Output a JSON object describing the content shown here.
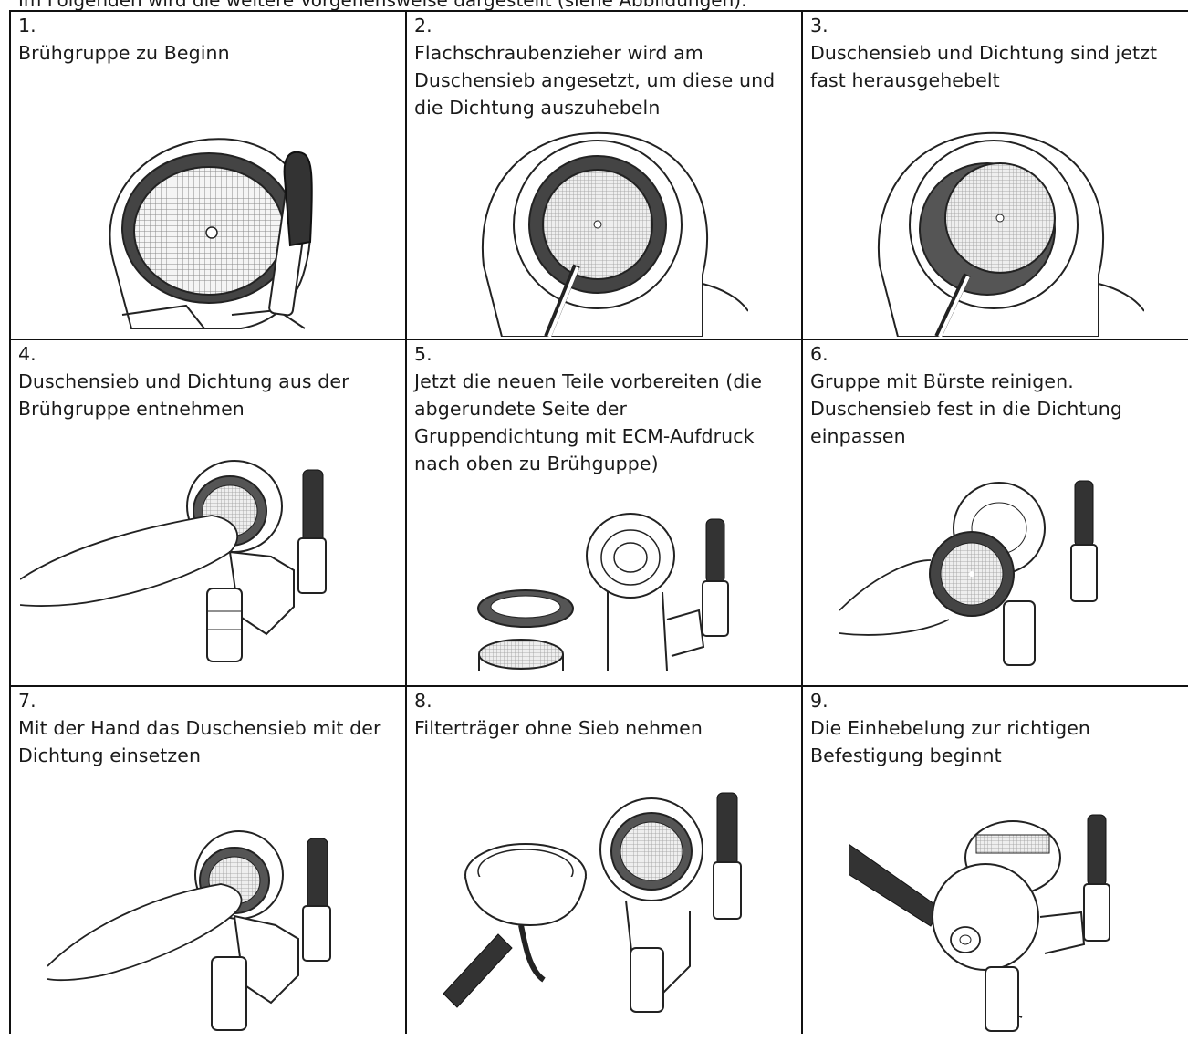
{
  "intro": "Im Folgenden wird die weitere Vorgehensweise dargestellt (siehe Abbildungen):",
  "steps": [
    {
      "number": "1.",
      "text": "Brühgruppe zu Beginn"
    },
    {
      "number": "2.",
      "text": "Flachschraubenzieher wird am Duschensieb angesetzt, um diese und die Dichtung auszuhebeln"
    },
    {
      "number": "3.",
      "text": "Duschensieb und Dichtung sind jetzt fast herausgehebelt"
    },
    {
      "number": "4.",
      "text": "Duschensieb und Dichtung aus der Brühgruppe entnehmen"
    },
    {
      "number": "5.",
      "text": "Jetzt die neuen Teile vorbereiten (die abgerundete Seite der Gruppendichtung mit ECM-Aufdruck nach oben zu Brühguppe)"
    },
    {
      "number": "6.",
      "text": "Gruppe mit Bürste reinigen. Duschensieb fest in die Dichtung einpassen"
    },
    {
      "number": "7.",
      "text": "Mit der Hand das Duschensieb mit der Dichtung einsetzen"
    },
    {
      "number": "8.",
      "text": "Filterträger ohne Sieb nehmen"
    },
    {
      "number": "9.",
      "text": "Die Einhebelung zur richtigen Befestigung beginnt"
    }
  ]
}
